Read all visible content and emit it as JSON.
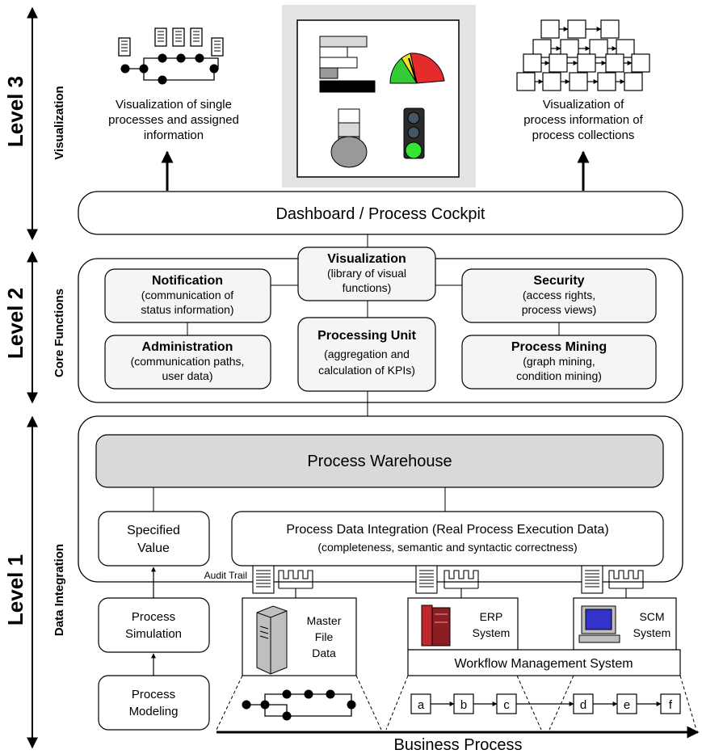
{
  "levels": {
    "l3": {
      "label": "Level 3",
      "sub": "Visualization"
    },
    "l2": {
      "label": "Level 2",
      "sub": "Core Functions"
    },
    "l1": {
      "label": "Level 1",
      "sub": "Data Integration"
    }
  },
  "vis_single": {
    "line1": "Visualization of single",
    "line2": "processes and assigned",
    "line3": "information"
  },
  "vis_collections": {
    "line1": "Visualization of",
    "line2": "process information of",
    "line3": "process collections"
  },
  "dashboard": "Dashboard / Process Cockpit",
  "core": {
    "visualization": {
      "title": "Visualization",
      "line1": "(library of visual",
      "line2": "functions)"
    },
    "notification": {
      "title": "Notification",
      "line1": "(communication of",
      "line2": "status information)"
    },
    "security": {
      "title": "Security",
      "line1": "(access rights,",
      "line2": "process views)"
    },
    "administration": {
      "title": "Administration",
      "line1": "(communication paths,",
      "line2": "user data)"
    },
    "processing_unit": {
      "title": "Processing Unit",
      "line1": "(aggregation and",
      "line2": "calculation of KPIs)"
    },
    "process_mining": {
      "title": "Process Mining",
      "line1": "(graph mining,",
      "line2": "condition mining)"
    }
  },
  "warehouse": "Process Warehouse",
  "specified_value": {
    "line1": "Specified",
    "line2": "Value"
  },
  "integration": {
    "line1": "Process Data Integration (Real Process Execution Data)",
    "line2": "(completeness, semantic and syntactic correctness)"
  },
  "audit_trail": "Audit Trail",
  "process_simulation": {
    "line1": "Process",
    "line2": "Simulation"
  },
  "process_modeling": {
    "line1": "Process",
    "line2": "Modeling"
  },
  "master_file": {
    "line1": "Master",
    "line2": "File",
    "line3": "Data"
  },
  "erp": {
    "line1": "ERP",
    "line2": "System"
  },
  "scm": {
    "line1": "SCM",
    "line2": "System"
  },
  "wfms": "Workflow Management System",
  "steps": [
    "a",
    "b",
    "c",
    "d",
    "e",
    "f"
  ],
  "business_process": "Business Process",
  "colors": {
    "box_fill": "#f5f5f5",
    "warehouse_fill": "#d9d9d9",
    "server_red": "#c0272d",
    "screen_blue": "#3333cc",
    "gauge_red": "#e52b2b",
    "gauge_yellow": "#f0e030",
    "gauge_green": "#33cc33",
    "traffic_green": "#33e633"
  }
}
